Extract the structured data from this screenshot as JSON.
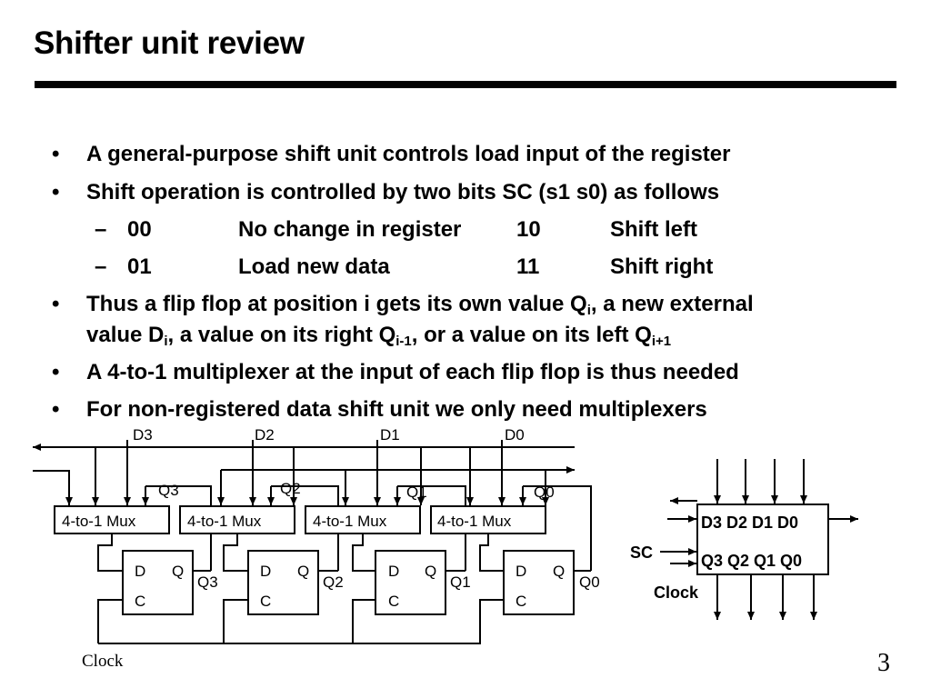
{
  "slide": {
    "title": "Shifter unit review",
    "page_number": "3"
  },
  "bullets": {
    "b1": "A general-purpose shift unit controls load input of the register",
    "b2": "Shift operation is controlled by two bits SC (s1 s0) as follows",
    "sub1": {
      "code1": "00",
      "desc1": "No change in register",
      "code2": "10",
      "desc2": "Shift left"
    },
    "sub2": {
      "code1": "01",
      "desc1": "Load new data",
      "code2": "11",
      "desc2": "Shift right"
    },
    "b3": {
      "p1": "Thus a flip flop at position i gets its own value Q",
      "s1": "i",
      "p2": ", a new external",
      "p3": "value D",
      "s2": "i",
      "p4": ", a value on its right Q",
      "s3": "i-1",
      "p5": ", or a value on its left Q",
      "s4": "i+1"
    },
    "b4": "A 4-to-1 multiplexer at the input of each flip flop is thus needed",
    "b5": "For non-registered data shift unit we only need multiplexers"
  },
  "circuit": {
    "data_inputs": [
      "D3",
      "D2",
      "D1",
      "D0"
    ],
    "feedback_labels": [
      "Q3",
      "Q2",
      "Q1",
      "Q0"
    ],
    "mux_label": "4-to-1 Mux",
    "ff_d": "D",
    "ff_q": "Q",
    "ff_c": "C",
    "ff_outputs": [
      "Q3",
      "Q2",
      "Q1",
      "Q0"
    ],
    "clock": "Clock"
  },
  "block": {
    "inputs_label": "D3 D2 D1 D0",
    "outputs_label": "Q3 Q2 Q1 Q0",
    "sc": "SC",
    "clock": "Clock"
  }
}
